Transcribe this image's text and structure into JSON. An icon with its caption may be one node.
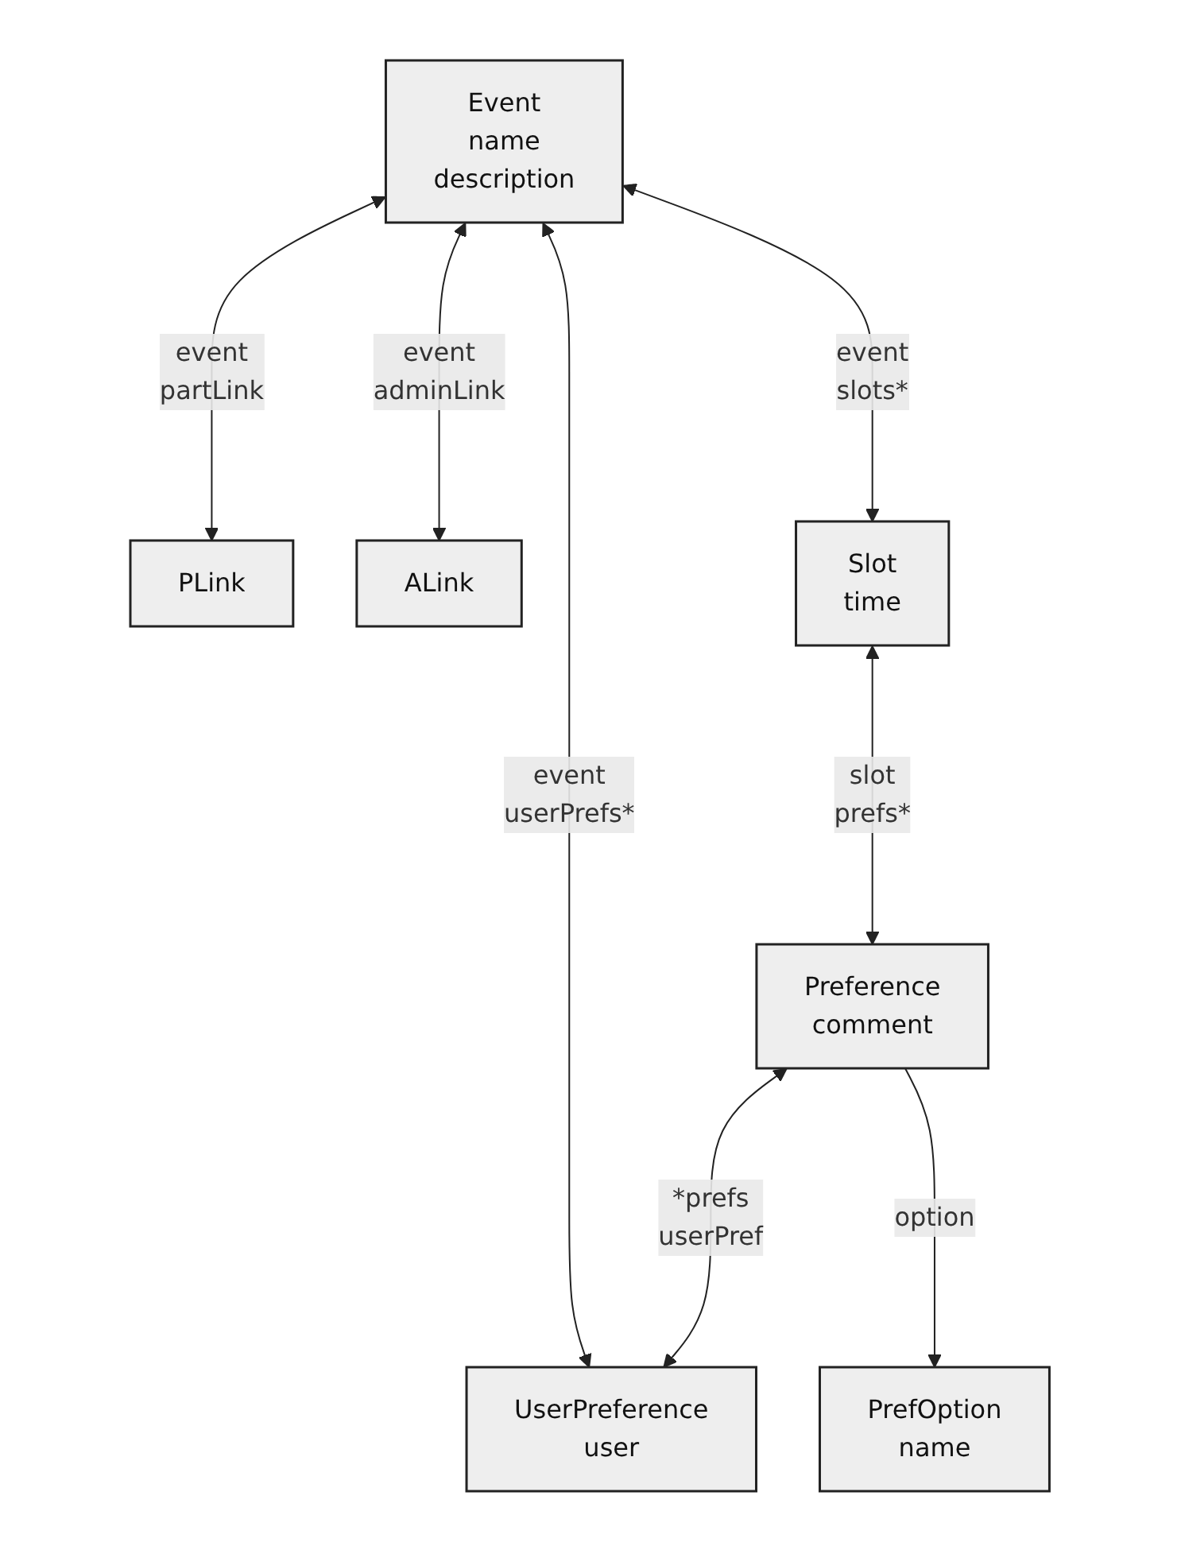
{
  "diagram": {
    "nodes": [
      {
        "text": [
          "Event",
          "name",
          "description"
        ]
      },
      {
        "text": [
          "PLink"
        ]
      },
      {
        "text": [
          "ALink"
        ]
      },
      {
        "text": [
          "Slot",
          "time"
        ]
      },
      {
        "text": [
          "Preference",
          "comment"
        ]
      },
      {
        "text": [
          "UserPreference",
          "user"
        ]
      },
      {
        "text": [
          "PrefOption",
          "name"
        ]
      }
    ],
    "edges": [
      {
        "from": 0,
        "to": 1,
        "arrow": "both",
        "label": [
          "event",
          "partLink"
        ]
      },
      {
        "from": 0,
        "to": 2,
        "arrow": "both",
        "label": [
          "event",
          "adminLink"
        ]
      },
      {
        "from": 0,
        "to": 5,
        "arrow": "both",
        "label": [
          "event",
          "userPrefs*"
        ]
      },
      {
        "from": 0,
        "to": 3,
        "arrow": "both",
        "label": [
          "event",
          "slots*"
        ]
      },
      {
        "from": 3,
        "to": 4,
        "arrow": "both",
        "label": [
          "slot",
          "prefs*"
        ]
      },
      {
        "from": 4,
        "to": 5,
        "arrow": "both",
        "label": [
          "*prefs",
          "userPref"
        ]
      },
      {
        "from": 4,
        "to": 6,
        "arrow": "to",
        "label": "option"
      }
    ]
  }
}
